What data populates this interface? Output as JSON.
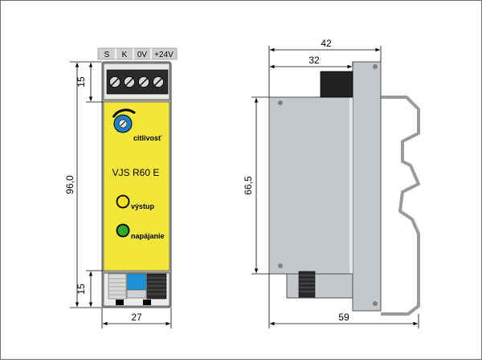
{
  "terminals": [
    "S",
    "K",
    "0V",
    "+24V"
  ],
  "front_labels": {
    "knob": "citlivosť",
    "model": "VJS R60 E",
    "output": "výstup",
    "power": "napájanie"
  },
  "dimensions": {
    "front_height": "96,0",
    "front_top": "15",
    "front_bottom": "15",
    "front_width": "27",
    "side_total_top": "42",
    "side_body_top": "32",
    "side_height": "66,5",
    "side_total_bottom": "59"
  },
  "colors": {
    "panel": "#f2e63a",
    "body_gray": "#c4c8cc",
    "knob_blue": "#1f7fc8",
    "led_output": "#f4e020",
    "led_power": "#2faa2f"
  }
}
